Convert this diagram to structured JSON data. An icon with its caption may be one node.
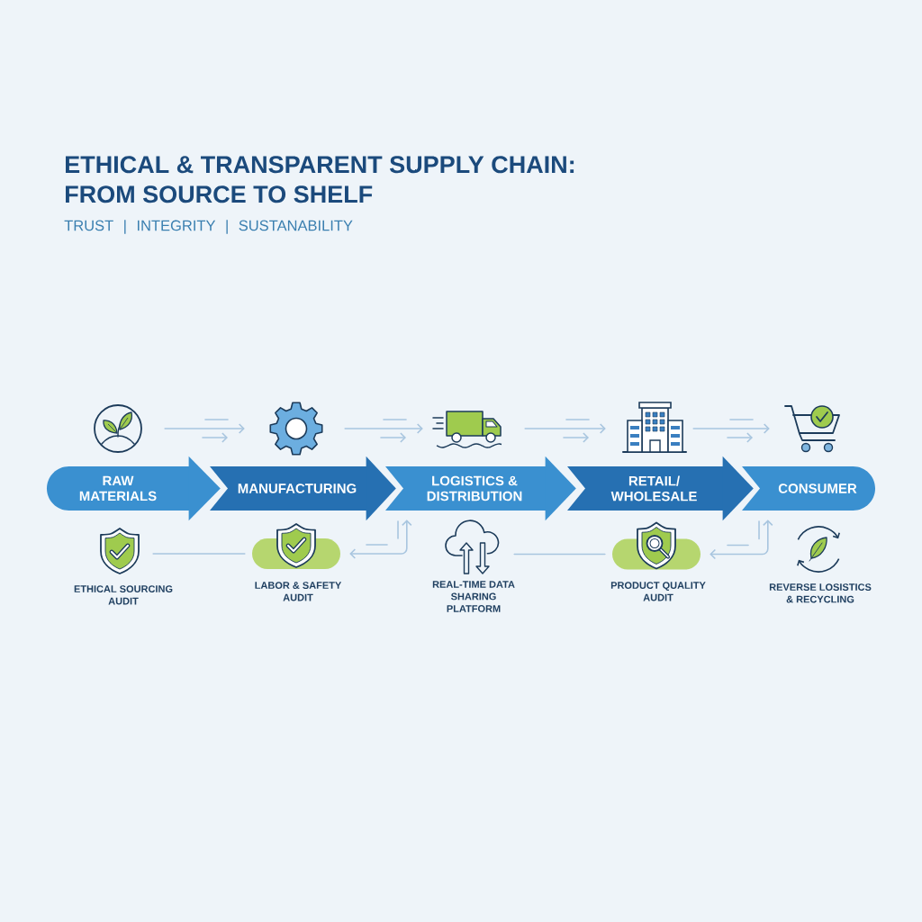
{
  "diagram": {
    "title": "ETHICAL & TRANSPARENT SUPPLY CHAIN: FROM SOURCE TO SHELF",
    "nodes": [
      {
        "text": [],
        "shape": "picture"
      },
      {
        "text": [],
        "shape": "picture"
      },
      {
        "text": [],
        "shape": "picture"
      },
      {
        "text": [],
        "shape": "picture"
      },
      {
        "text": [],
        "shape": "picture"
      },
      {
        "text": [
          "RAW MATERIALS"
        ]
      },
      {
        "text": [
          "MANUFACTURING"
        ]
      },
      {
        "text": [
          "LOGISTICS & DISTRIBUTION"
        ]
      },
      {
        "text": [
          "RETAIL/ WHOLESALE"
        ]
      },
      {
        "text": [
          "CONSUMER"
        ]
      },
      {
        "text": [],
        "shape": "picture",
        "beside": [
          "ETHICAL SOURCING AUDIT"
        ]
      },
      {
        "text": [],
        "shape": "picture",
        "beside": [
          "LABOR & SAFETY AUDIT"
        ]
      },
      {
        "text": [],
        "shape": "picture",
        "beside": [
          "REAL-TIME DATA SHARING PLATFORM"
        ]
      },
      {
        "text": [],
        "shape": "picture",
        "beside": [
          "PRODUCT QUALITY AUDIT"
        ]
      },
      {
        "text": [],
        "shape": "picture",
        "beside": [
          "REVERSE LOSISTICS & RECYCLING"
        ]
      }
    ],
    "edges": [
      {
        "from": 0,
        "to": 1,
        "arrow": "to"
      },
      {
        "from": 1,
        "to": 2,
        "arrow": "to"
      },
      {
        "from": 2,
        "to": 3,
        "arrow": "to"
      },
      {
        "from": 3,
        "to": 4,
        "arrow": "to"
      },
      {
        "from": 5,
        "to": 6,
        "arrow": "to",
        "color": "#3a90d0"
      },
      {
        "from": 6,
        "to": 7,
        "arrow": "to",
        "color": "#2670b2"
      },
      {
        "from": 7,
        "to": 8,
        "arrow": "to",
        "color": "#3a90d0"
      },
      {
        "from": 8,
        "to": 9,
        "arrow": "to",
        "color": "#2670b2"
      },
      {
        "from": 10,
        "to": 11,
        "arrow": "none"
      },
      {
        "from": 11,
        "to": 7,
        "arrow": "both"
      },
      {
        "from": 12,
        "to": 13,
        "arrow": "none"
      },
      {
        "from": 13,
        "to": 9,
        "arrow": "both"
      }
    ],
    "labels": [
      "TRUST | INTEGRITY | SUSTANABILITY"
    ]
  }
}
